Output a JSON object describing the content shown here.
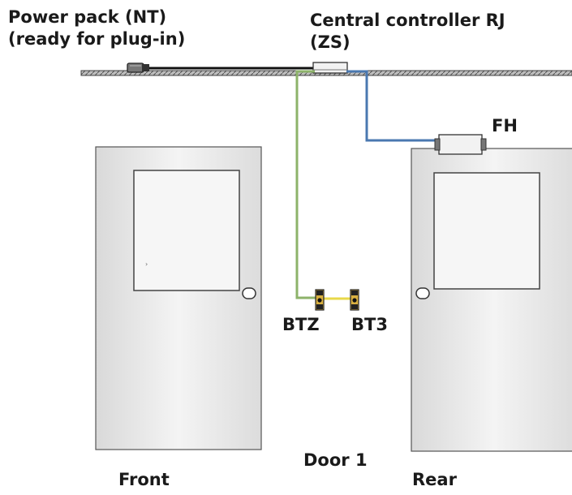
{
  "labels": {
    "power_pack_line1": "Power pack (NT)",
    "power_pack_line2": "(ready for plug-in)",
    "controller_line1": "Central controller RJ",
    "controller_line2": "(ZS)",
    "fh": "FH",
    "btz": "BTZ",
    "bt3": "BT3",
    "door": "Door 1",
    "front": "Front",
    "rear": "Rear"
  },
  "colors": {
    "green_wire": "#8db36a",
    "blue_wire": "#4a78b0",
    "yellow_wire": "#e8d84a",
    "power_cable": "#111111",
    "door_fill": "#ececec",
    "outline": "#444444"
  }
}
